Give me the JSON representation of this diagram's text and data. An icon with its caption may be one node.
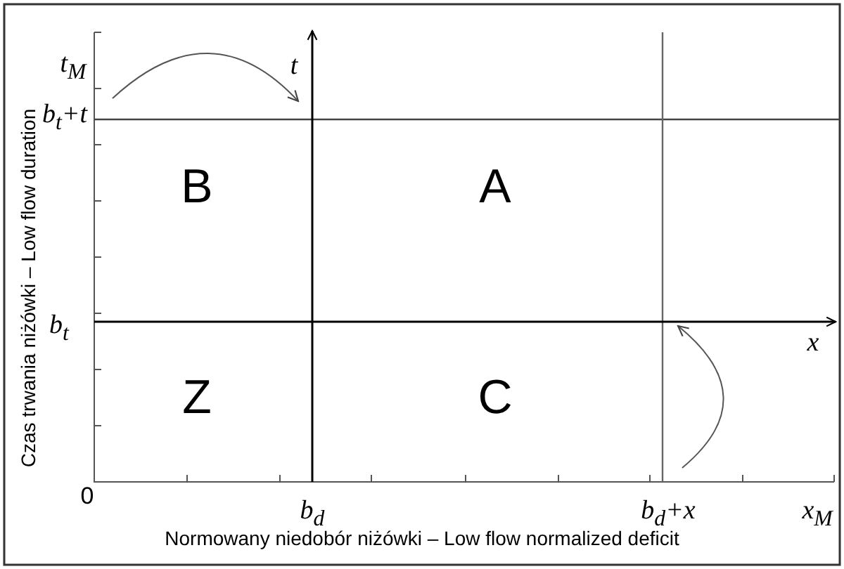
{
  "diagram": {
    "labels": [
      "t$_{M}$",
      "t",
      "b$_{t}$+t",
      "B",
      "A",
      "b$_{t}$",
      "x",
      "Z",
      "C",
      "0",
      "b$_{d}$",
      "b$_{d}$+x",
      "x$_{M}$",
      "Normowany niedobór niżówki  –  Low flow normalized deficit",
      "Czas trwania niżówki  –  Low flow duration"
    ]
  }
}
